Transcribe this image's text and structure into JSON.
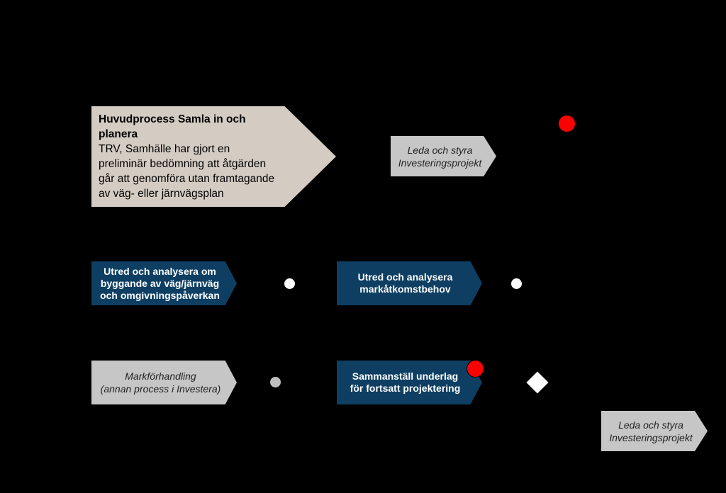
{
  "colors": {
    "background": "#000000",
    "main_process_fill": "#d4ccc3",
    "gray_process_fill": "#c6c6c6",
    "blue_process_fill": "#0e3f63",
    "red_event": "#ff0000",
    "white_event": "#ffffff",
    "gray_event": "#bfbfbf"
  },
  "main_process": {
    "title": "Huvudprocess Samla in och planera",
    "body": "TRV, Samhälle har gjort en preliminär bedömning att åtgärden går att genomföra utan framtagande av väg- eller järnvägsplan"
  },
  "processes": {
    "leda_top": {
      "line1": "Leda och styra",
      "line2": "Investeringsprojekt"
    },
    "utred_bygg": {
      "line1": "Utred och analysera om",
      "line2": "byggande av väg/järnväg",
      "line3": "och omgivningspåverkan"
    },
    "utred_mark": {
      "line1": "Utred och analysera",
      "line2": "markåtkomstbehov"
    },
    "markforhandling": {
      "line1": "Markförhandling",
      "line2": "(annan process i Investera)"
    },
    "sammanstall": {
      "line1": "Sammanställ underlag",
      "line2": "för fortsatt projektering"
    },
    "leda_bottom": {
      "line1": "Leda och styra",
      "line2": "Investeringsprojekt"
    }
  }
}
